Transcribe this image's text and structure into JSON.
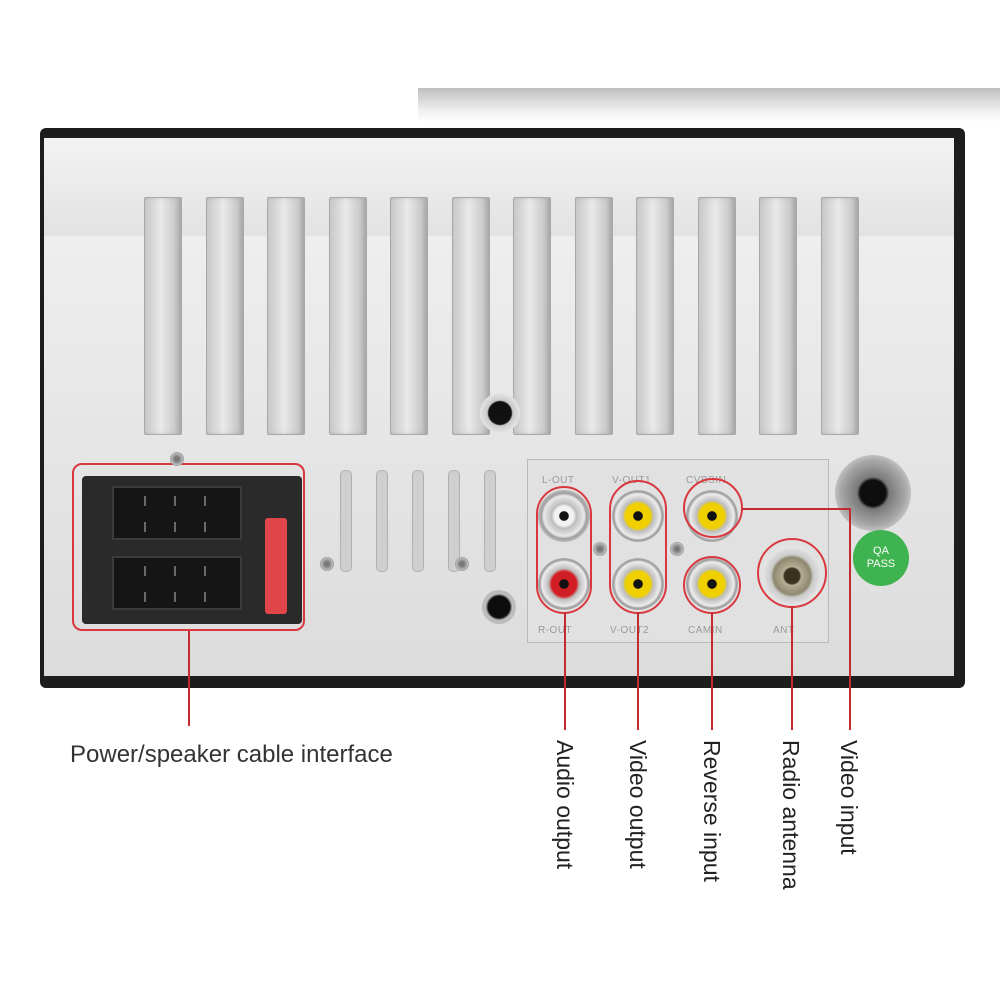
{
  "panel": {
    "labels": {
      "l_out": "L-OUT",
      "v_out1": "V-OUT1",
      "cvbs_in": "CVBSIN",
      "r_out": "R-OUT",
      "v_out2": "V-OUT2",
      "cam_in": "CAMIN",
      "ant": "ANT"
    },
    "badge": [
      "QA",
      "PASS"
    ]
  },
  "callouts": {
    "power": "Power/speaker cable interface",
    "audio": "Audio output",
    "video_out": "Video output",
    "reverse": "Reverse input",
    "radio": "Radio antenna",
    "video_in": "Video input"
  },
  "colors": {
    "callout_red": "#c22b30",
    "rca_white": "#f2f2f2",
    "rca_red": "#d21f26",
    "rca_yellow": "#f0d000",
    "qa_green": "#3fb34f"
  }
}
